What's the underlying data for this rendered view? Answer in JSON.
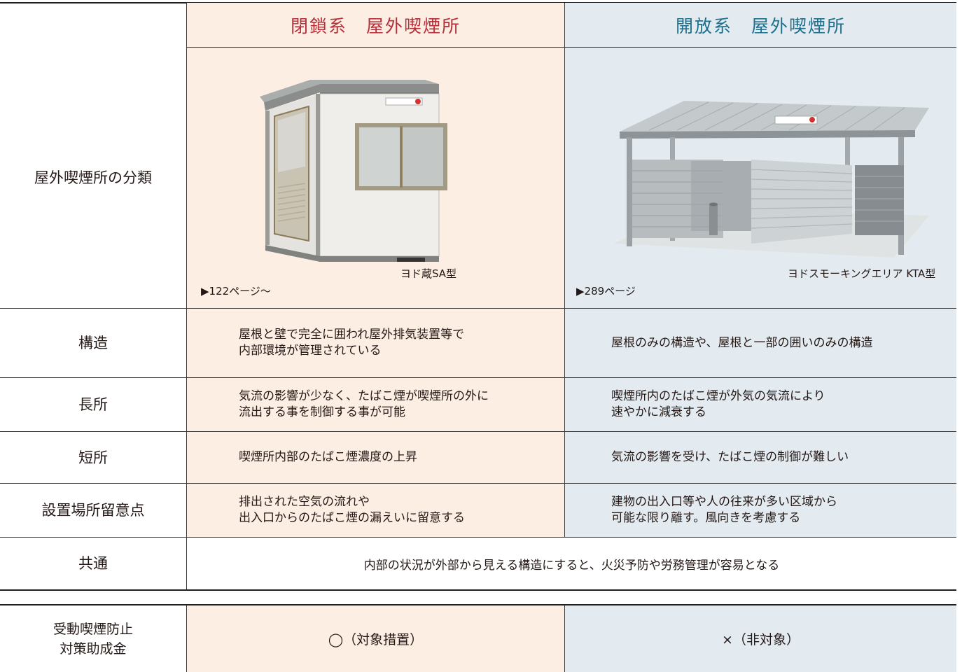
{
  "header": {
    "closed_title": "閉鎖系　屋外喫煙所",
    "open_title": "開放系　屋外喫煙所"
  },
  "classification": {
    "label": "屋外喫煙所の分類",
    "closed_caption": "ヨド蔵SA型",
    "closed_ref": "▶122ページ〜",
    "open_caption": "ヨドスモーキングエリア KTA型",
    "open_ref": "▶289ページ"
  },
  "rows": [
    {
      "label": "構造",
      "closed": [
        "屋根と壁で完全に囲われ屋外排気装置等で",
        "内部環境が管理されている"
      ],
      "open": [
        "屋根のみの構造や、屋根と一部の囲いのみの構造"
      ]
    },
    {
      "label": "長所",
      "closed": [
        "気流の影響が少なく、たばこ煙が喫煙所の外に",
        "流出する事を制御する事が可能"
      ],
      "open": [
        "喫煙所内のたばこ煙が外気の気流により",
        "速やかに減衰する"
      ]
    },
    {
      "label": "短所",
      "closed": [
        "喫煙所内部のたばこ煙濃度の上昇"
      ],
      "open": [
        "気流の影響を受け、たばこ煙の制御が難しい"
      ]
    },
    {
      "label": "設置場所留意点",
      "closed": [
        "排出された空気の流れや",
        "出入口からのたばこ煙の漏えいに留意する"
      ],
      "open": [
        "建物の出入口等や人の往来が多い区域から",
        "可能な限り離す。風向きを考慮する"
      ]
    }
  ],
  "common": {
    "label": "共通",
    "text": "内部の状況が外部から見える構造にすると、火災予防や労務管理が容易となる"
  },
  "subsidy": {
    "label_line1": "受動喫煙防止",
    "label_line2": "対策助成金",
    "closed": "◯（対象措置）",
    "open": "×（非対象）"
  }
}
